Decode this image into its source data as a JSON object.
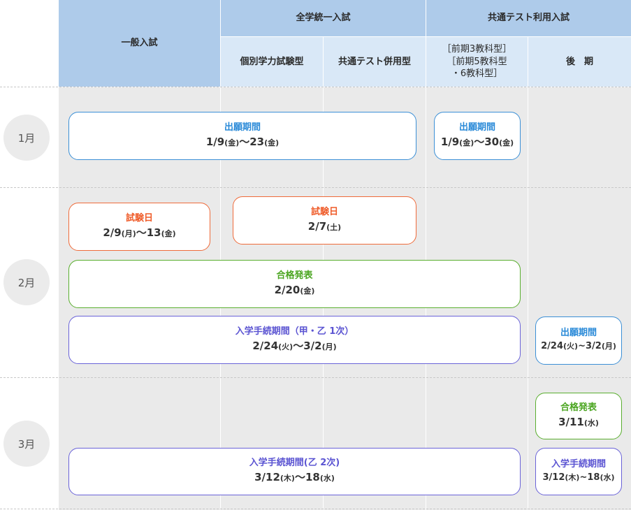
{
  "header": {
    "general": "一般入試",
    "unified": "全学統一入試",
    "common": "共通テスト利用入試",
    "sub_individual": "個別学力試験型",
    "sub_combined": "共通テスト併用型",
    "sub_early_line1": "［前期3教科型］",
    "sub_early_line2": "［前期5教科型",
    "sub_early_line3": "・6教科型］",
    "sub_late": "後　期"
  },
  "months": {
    "jan": "1月",
    "feb": "2月",
    "mar": "3月"
  },
  "cards": {
    "jan_general_apply": {
      "title": "出願期間",
      "d1": "1/9",
      "w1": "(金)",
      "sep": "～",
      "d2": "23",
      "w2": "(金)"
    },
    "jan_early_apply": {
      "title": "出願期間",
      "d1": "1/9",
      "w1": "(金)",
      "sep": "～",
      "d2": "30",
      "w2": "(金)"
    },
    "feb_general_exam": {
      "title": "試験日",
      "d1": "2/9",
      "w1": "(月)",
      "sep": "～",
      "d2": "13",
      "w2": "(金)"
    },
    "feb_unified_exam": {
      "title": "試験日",
      "d1": "2/7",
      "w1": "(土)"
    },
    "feb_result": {
      "title": "合格発表",
      "d1": "2/20",
      "w1": "(金)"
    },
    "feb_enroll": {
      "title": "入学手続期間（甲・乙 1次）",
      "d1": "2/24",
      "w1": "(火)",
      "sep": "～",
      "d2": "3/2",
      "w2": "(月)"
    },
    "feb_late_apply": {
      "title": "出願期間",
      "d1": "2/24",
      "w1": "(火)",
      "sep": "~",
      "d2": "3/2",
      "w2": "(月)"
    },
    "mar_late_result": {
      "title": "合格発表",
      "d1": "3/11",
      "w1": "(水)"
    },
    "mar_enroll": {
      "title": "入学手続期間(乙 2次)",
      "d1": "3/12",
      "w1": "(木)",
      "sep": "～",
      "d2": "18",
      "w2": "(水)"
    },
    "mar_late_enroll": {
      "title": "入学手続期間",
      "d1": "3/12",
      "w1": "(木)",
      "sep": "~",
      "d2": "18",
      "w2": "(水)"
    }
  },
  "colors": {
    "header_dark": "#aecbea",
    "header_light": "#d9e8f7",
    "apply": "#3b8fd6",
    "exam": "#ef6b3a",
    "result": "#5aae2f",
    "enroll": "#6a63d8"
  }
}
